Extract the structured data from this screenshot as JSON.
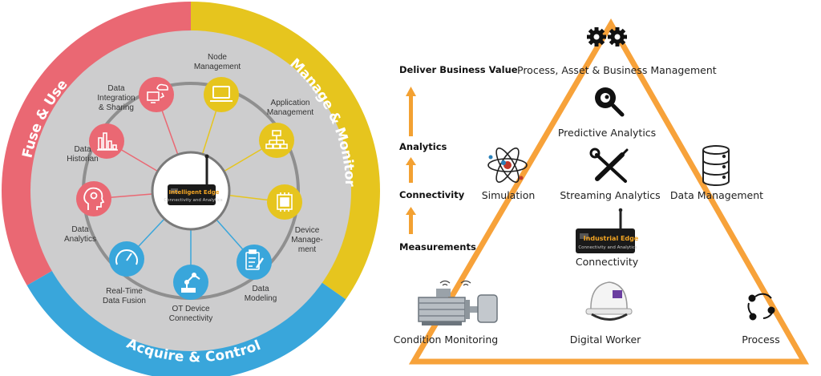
{
  "wheel": {
    "segments": {
      "fuse_use": "Fuse & Use",
      "manage_monitor": "Manage & Monitor",
      "acquire_control": "Acquire & Control"
    },
    "hub": {
      "brand": "Intelligent Edge",
      "tagline": "Connectivity and Analytics"
    },
    "nodes": {
      "node_management": "Node\nManagement",
      "application_management": "Application\nManagement",
      "device_management": "Device\nManage-\nment",
      "data_modeling": "Data\nModeling",
      "ot_device_connectivity": "OT Device\nConnectivity",
      "real_time_data_fusion": "Real-Time\nData Fusion",
      "data_analytics": "Data\nAnalytics",
      "data_historian": "Data\nHistorian",
      "data_integration_sharing": "Data\nIntegration\n& Sharing"
    },
    "colors": {
      "red": "#ea6873",
      "yellow": "#e6c51e",
      "blue": "#39a6db",
      "grey_disc": "#cdcdce"
    }
  },
  "pyramid": {
    "stages": {
      "deliver_business_value": "Deliver Business Value",
      "analytics": "Analytics",
      "connectivity": "Connectivity",
      "measurements": "Measurements"
    },
    "labels": {
      "process_asset_business": "Process, Asset  &  Business Management",
      "predictive_analytics": "Predictive Analytics",
      "simulation": "Simulation",
      "streaming_analytics": "Streaming Analytics",
      "data_management": "Data Management",
      "connectivity": "Connectivity",
      "condition_monitoring": "Condition Monitoring",
      "digital_worker": "Digital Worker",
      "process": "Process"
    },
    "gateway": {
      "brand": "Industrial Edge",
      "tagline": "Connectivity and Analytics"
    },
    "colors": {
      "outline": "#f7a23a",
      "arrow": "#f3a132"
    }
  }
}
